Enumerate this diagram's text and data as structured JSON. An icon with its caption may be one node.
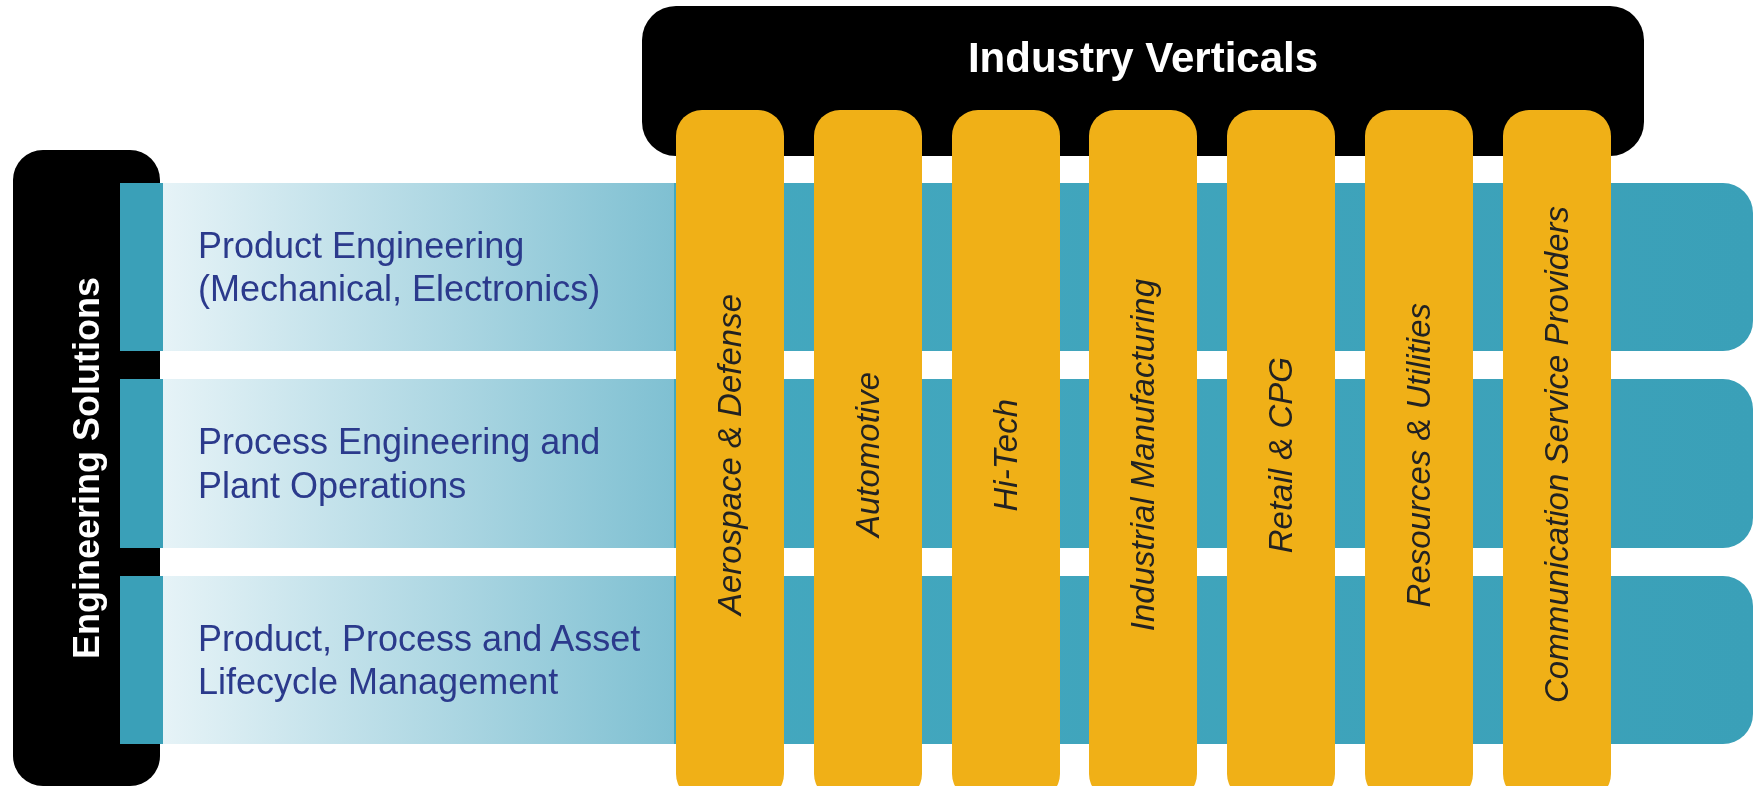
{
  "diagram": {
    "nodes": [
      {
        "text": [
          "Industry Verticals"
        ]
      },
      {
        "text": [
          "Aerospace & Defense"
        ]
      },
      {
        "text": [
          "Automotive"
        ]
      },
      {
        "text": [
          "Hi-Tech"
        ]
      },
      {
        "text": [
          "Industrial Manufacturing"
        ]
      },
      {
        "text": [
          "Retail & CPG"
        ]
      },
      {
        "text": [
          "Resources & Utilities"
        ]
      },
      {
        "text": [
          "Communication Service Providers"
        ]
      },
      {
        "text": [
          "Engineering Solutions"
        ]
      },
      {
        "text": [
          "Product Engineering (Mechanical, Electronics)"
        ]
      },
      {
        "text": [
          "Process Engineering and Plant Operations"
        ]
      },
      {
        "text": [
          "Product, Process and Asset Lifecycle Management"
        ]
      }
    ]
  }
}
